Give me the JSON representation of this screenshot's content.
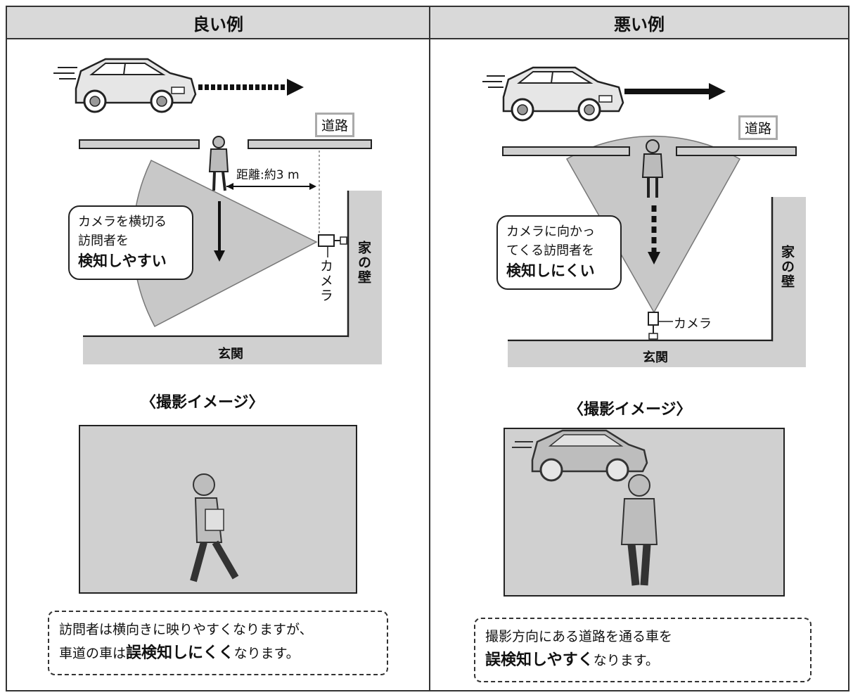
{
  "good": {
    "header": "良い例",
    "road_label": "道路",
    "distance_label": "距離:約3 m",
    "camera_label": "カメラ",
    "wall_label": "家の壁",
    "entrance_label": "玄関",
    "bubble": {
      "line1": "カメラを横切る",
      "line2": "訪問者を",
      "emphasis": "検知しやすい"
    },
    "image_title": "〈撮影イメージ〉",
    "note": {
      "line1": "訪問者は横向きに映りやすくなりますが、",
      "line2_prefix": "車道の車は",
      "line2_emphasis": "誤検知しにくく",
      "line2_suffix": "なります。"
    }
  },
  "bad": {
    "header": "悪い例",
    "road_label": "道路",
    "camera_label": "カメラ",
    "wall_label": "家の壁",
    "entrance_label": "玄関",
    "bubble": {
      "line1": "カメラに向かっ",
      "line2": "てくる訪問者を",
      "emphasis": "検知しにくい"
    },
    "image_title": "〈撮影イメージ〉",
    "note": {
      "line1": "撮影方向にある道路を通る車を",
      "line2_emphasis": "誤検知しやすく",
      "line2_suffix": "なります。"
    }
  },
  "colors": {
    "zone": "#c8c8c8",
    "road": "#d0d0d0",
    "photo_bg": "#d0d0d0",
    "header_bg": "#d9d9d9"
  }
}
